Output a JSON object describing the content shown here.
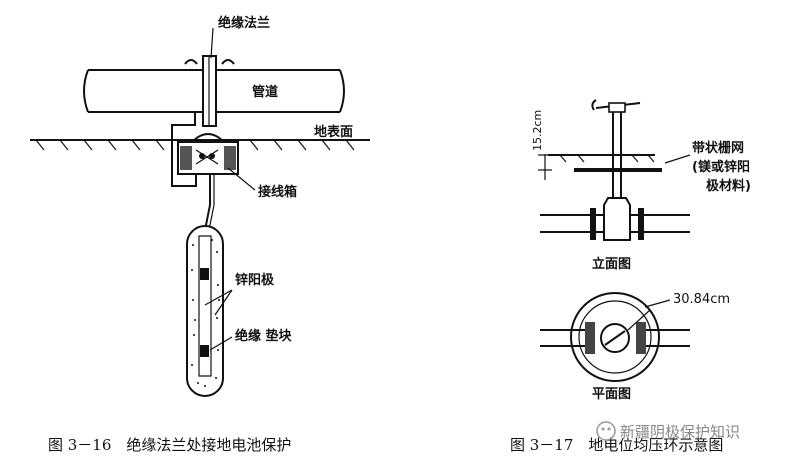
{
  "fig_left": {
    "label_flange": "绝缘法兰",
    "label_pipe": "管道",
    "label_ground": "地表面",
    "label_junction_box": "接线箱",
    "label_zinc_anode": "锌阳极",
    "label_insulating_block": "绝缘 垫块",
    "caption": "图 3－16　绝缘法兰处接地电池保护"
  },
  "fig_right": {
    "dim_height": "15.2cm",
    "label_ribbon_line1": "带状栅网",
    "label_ribbon_line2": "(镁或锌阳",
    "label_ribbon_line3": "极材料)",
    "label_elevation": "立面图",
    "dim_diameter": "30.84cm",
    "label_plan": "平面图",
    "caption": "图 3－17　地电位均压环示意图"
  },
  "watermark": "新疆阴极保护知识",
  "colors": {
    "ink": "#111111",
    "watermark": "#888888"
  }
}
